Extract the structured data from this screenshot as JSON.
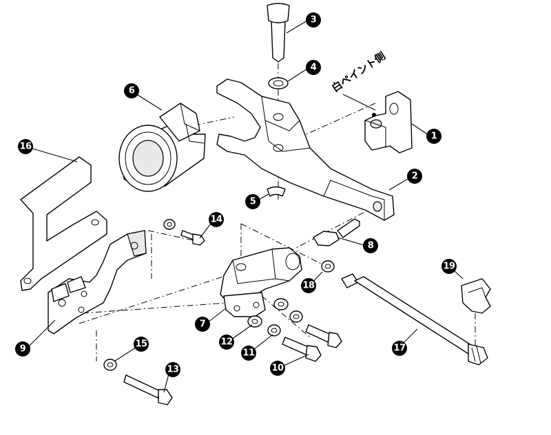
{
  "diagram": {
    "callouts": [
      {
        "id": "p1",
        "label": "1"
      },
      {
        "id": "p2",
        "label": "2"
      },
      {
        "id": "p3",
        "label": "3"
      },
      {
        "id": "p4",
        "label": "4"
      },
      {
        "id": "p5",
        "label": "5"
      },
      {
        "id": "p6",
        "label": "6"
      },
      {
        "id": "p7",
        "label": "7"
      },
      {
        "id": "p8",
        "label": "8"
      },
      {
        "id": "p9",
        "label": "9"
      },
      {
        "id": "p10",
        "label": "10"
      },
      {
        "id": "p11",
        "label": "11"
      },
      {
        "id": "p12",
        "label": "12"
      },
      {
        "id": "p13",
        "label": "13"
      },
      {
        "id": "p14",
        "label": "14"
      },
      {
        "id": "p15",
        "label": "15"
      },
      {
        "id": "p16",
        "label": "16"
      },
      {
        "id": "p17",
        "label": "17"
      },
      {
        "id": "p18",
        "label": "18"
      },
      {
        "id": "p19",
        "label": "19"
      }
    ],
    "annotation": "白ペイント側"
  }
}
